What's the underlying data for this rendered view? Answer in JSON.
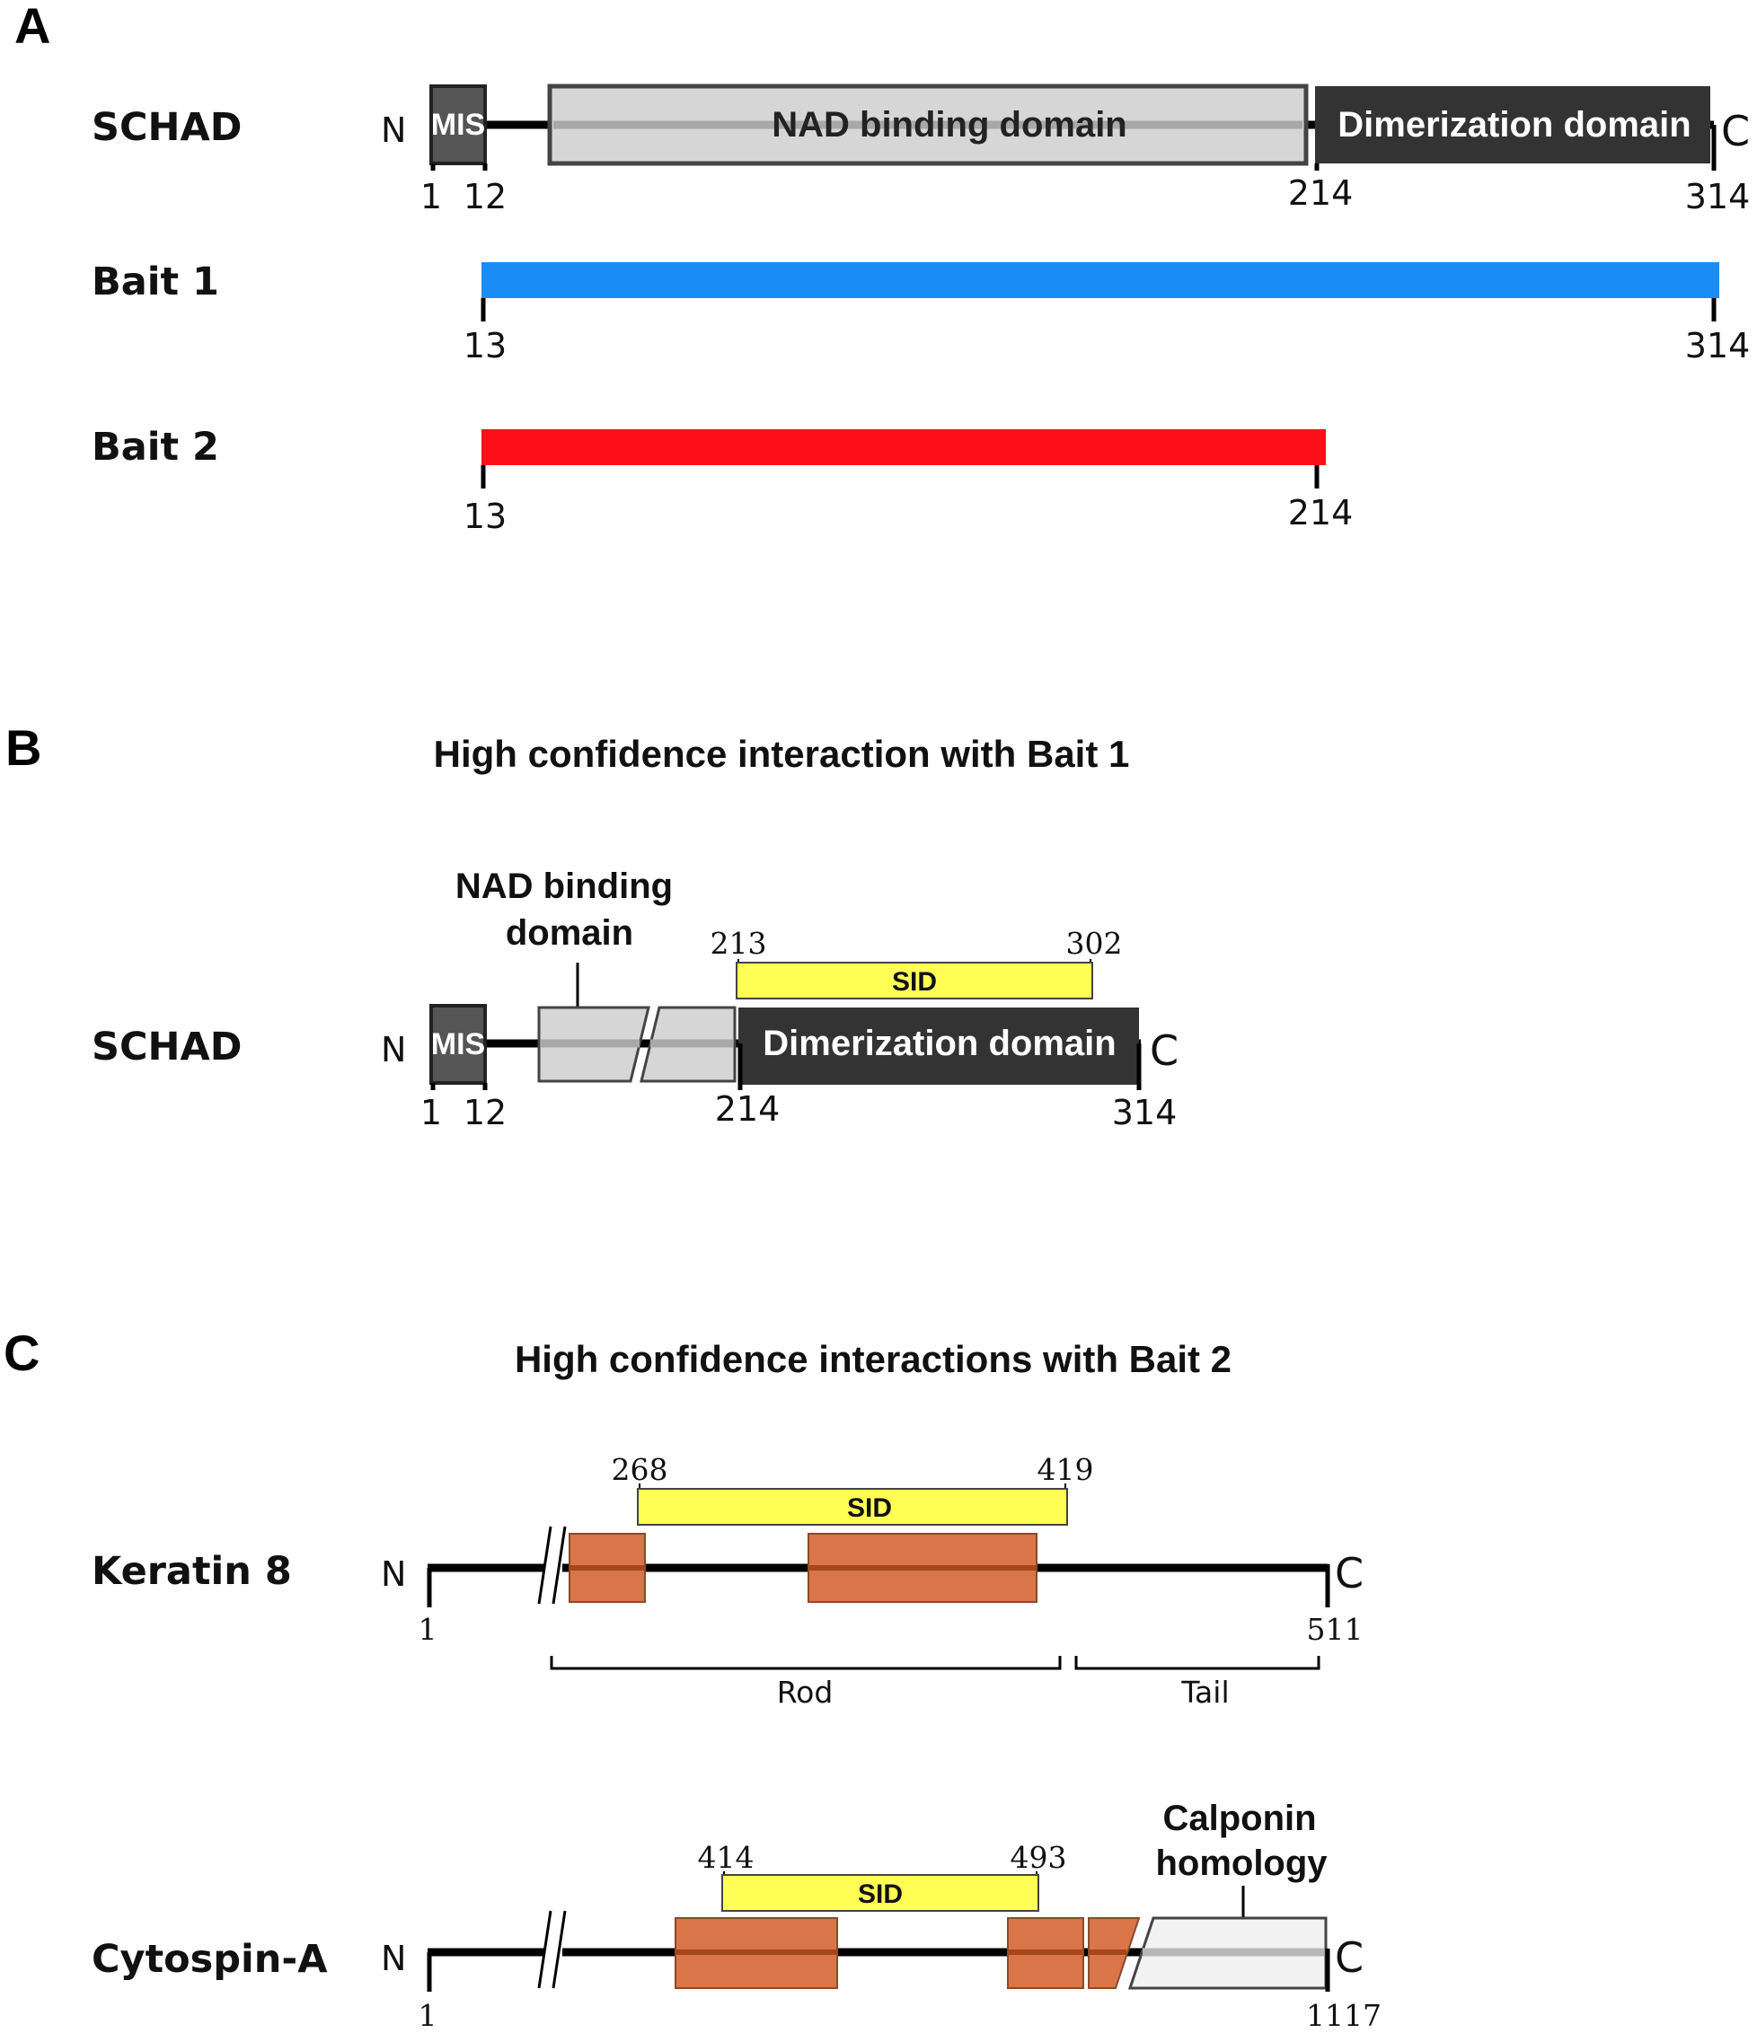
{
  "panels": {
    "A": {
      "letter": "A",
      "schad": {
        "label": "SCHAD",
        "n_term": "N",
        "c_term": "C",
        "mis_label": "MIS",
        "nad_label": "NAD binding domain",
        "dimer_label": "Dimerization domain",
        "positions": [
          "1",
          "12",
          "214",
          "314"
        ]
      },
      "bait1": {
        "label": "Bait 1",
        "color": "#1a8cf5",
        "start": "13",
        "end": "314"
      },
      "bait2": {
        "label": "Bait 2",
        "color": "#ff0f1a",
        "start": "13",
        "end": "214"
      }
    },
    "B": {
      "letter": "B",
      "title": "High confidence interaction with Bait 1",
      "schad": {
        "label": "SCHAD",
        "n_term": "N",
        "c_term": "C",
        "mis_label": "MIS",
        "nad_callout_line1": "NAD binding",
        "nad_callout_line2": "domain",
        "dimer_label": "Dimerization domain",
        "sid_label": "SID",
        "sid_start": "213",
        "sid_end": "302",
        "positions": [
          "1",
          "12",
          "214",
          "314"
        ]
      }
    },
    "C": {
      "letter": "C",
      "title": "High confidence interactions with Bait 2",
      "keratin8": {
        "label": "Keratin 8",
        "n_term": "N",
        "c_term": "C",
        "sid_label": "SID",
        "sid_start": "268",
        "sid_end": "419",
        "start": "1",
        "end": "511",
        "rod_label": "Rod",
        "tail_label": "Tail"
      },
      "cytospin": {
        "label": "Cytospin-A",
        "n_term": "N",
        "c_term": "C",
        "sid_label": "SID",
        "sid_start": "414",
        "sid_end": "493",
        "start": "1",
        "end": "1117",
        "callout_line1": "Calponin",
        "callout_line2": "homology"
      }
    }
  },
  "colors": {
    "mis": "#555555",
    "nad": "#d6d6d6",
    "dimer": "#333333",
    "sid": "#ffff55",
    "coiled": "#d97548",
    "calponin": "#f2f2f2"
  }
}
